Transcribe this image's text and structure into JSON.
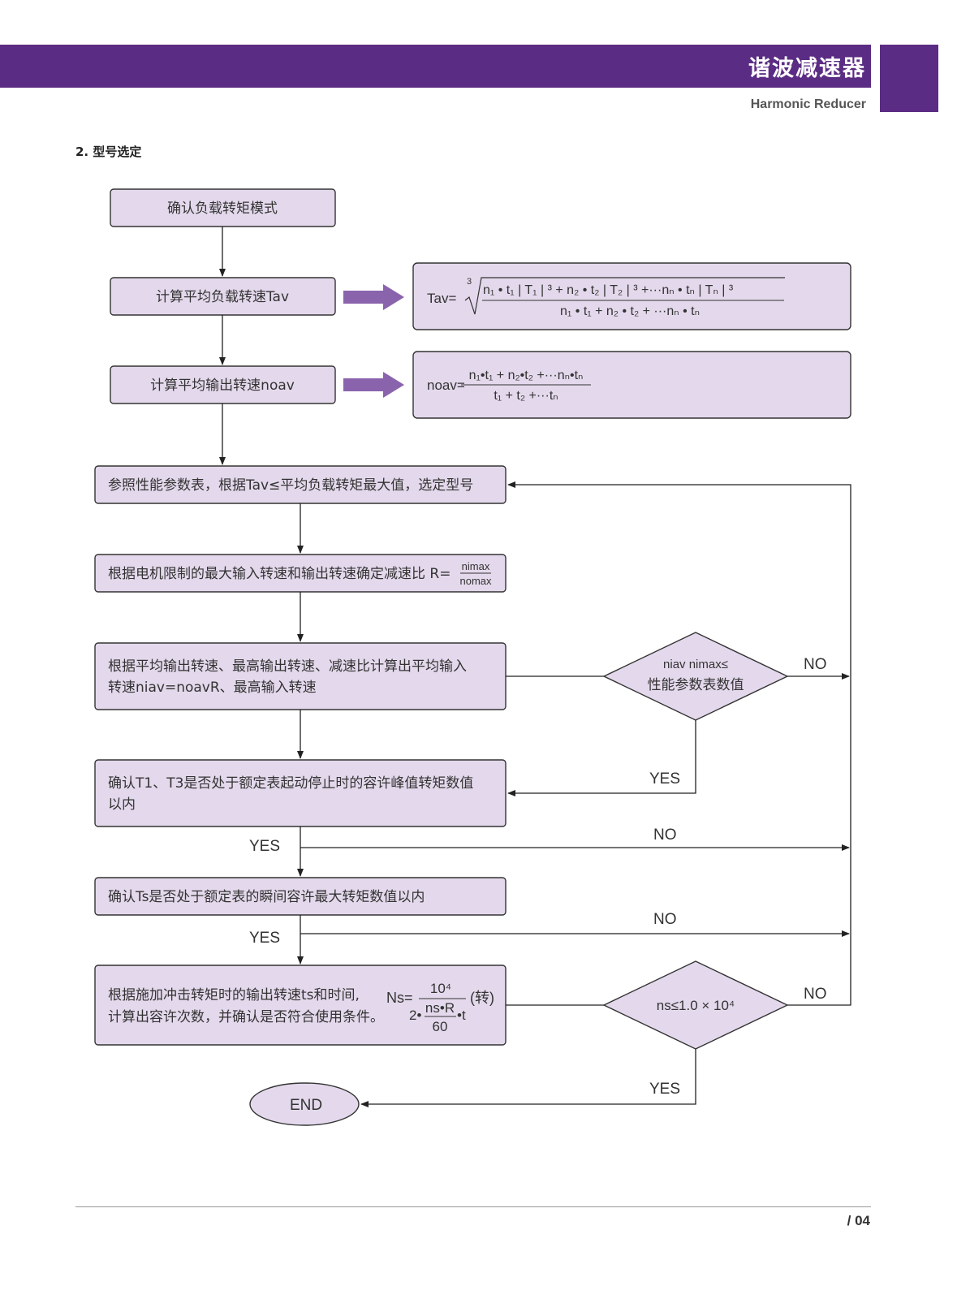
{
  "header": {
    "title": "谐波减速器",
    "subtitle": "Harmonic Reducer",
    "accent": "#5b2c83"
  },
  "section_title": "2. 型号选定",
  "boxes": {
    "b1": "确认负载转矩模式",
    "b2": "计算平均负载转速Tav",
    "b3": "计算平均输出转速noav",
    "b4": "参照性能参数表，根据Tav≤平均负载转矩最大值，选定型号",
    "b5": "根据电机限制的最大输入转速和输出转速确定减速比 R=",
    "b6_line1": "根据平均输出转速、最高输出转速、减速比计算出平均输入",
    "b6_line2": "转速niav=noavR、最高输入转速",
    "b7_line1": "确认T1、T3是否处于额定表起动停止时的容许峰值转矩数值",
    "b7_line2": "以内",
    "b8": "确认Ts是否处于额定表的瞬间容许最大转矩数值以内",
    "b9_line1": "根据施加冲击转矩时的输出转速ts和时间,",
    "b9_line2": "计算出容许次数，并确认是否符合使用条件。",
    "end": "END"
  },
  "formulas": {
    "tav_prefix": "Tav=",
    "tav_root": "3",
    "tav_num": "n₁ • t₁ | T₁ | ³ + n₂ • t₂ | T₂ | ³ +···nₙ • tₙ | Tₙ | ³",
    "tav_den": "n₁ • t₁ + n₂ • t₂ + ···nₙ • tₙ",
    "noav_prefix": "noav=",
    "noav_num": "n₁•t₁ + n₂•t₂ +···nₙ•tₙ",
    "noav_den": "t₁ + t₂ +···tₙ",
    "r_num": "nimax",
    "r_den": "nomax",
    "ns_prefix": "Ns=",
    "ns_num": "10⁴",
    "ns_den_a": "2•",
    "ns_den_inner_num": "ns•R",
    "ns_den_inner_den": "60",
    "ns_den_b": "•t",
    "ns_unit": "(转)"
  },
  "decisions": {
    "d1_line1": "niav nimax≤",
    "d1_line2": "性能参数表数值",
    "d2": "ns≤1.0 × 10⁴"
  },
  "labels": {
    "no1": "NO",
    "yes_d1": "YES",
    "yes_b7": "YES",
    "no_b7": "NO",
    "yes_b8": "YES",
    "no_b8": "NO",
    "no_d2": "NO",
    "yes_d2": "YES"
  },
  "colors": {
    "box_fill": "#e4d9ec",
    "arrow_fill": "#8a63ad"
  },
  "page_number": "/ 04"
}
